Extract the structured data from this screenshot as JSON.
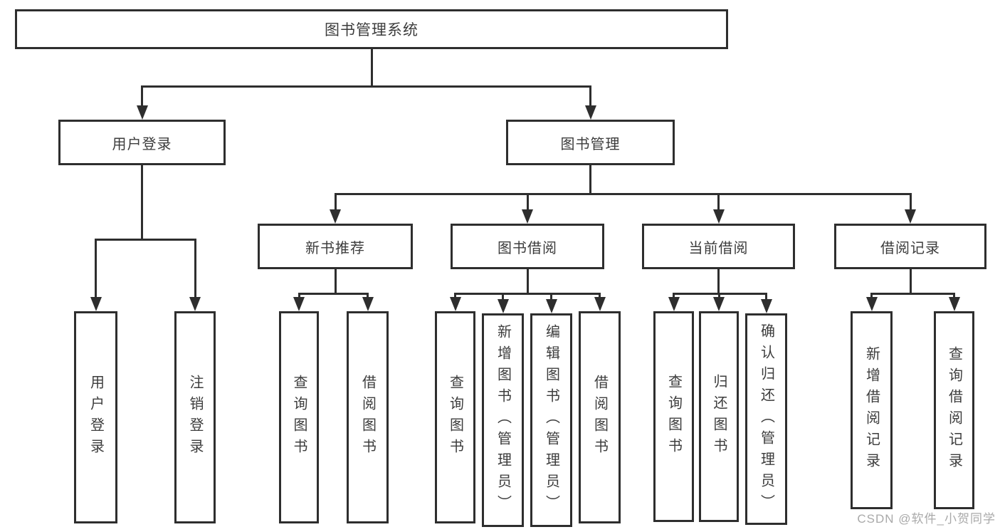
{
  "diagram": {
    "root_label": "图书管理系统",
    "branches": [
      {
        "label": "用户登录",
        "leaves": [
          "用户登录",
          "注销登录"
        ]
      },
      {
        "label": "图书管理",
        "sections": [
          {
            "label": "新书推荐",
            "leaves": [
              "查询图书",
              "借阅图书"
            ]
          },
          {
            "label": "图书借阅",
            "leaves": [
              "查询图书",
              "新增图书（管理员）",
              "编辑图书（管理员）",
              "借阅图书"
            ]
          },
          {
            "label": "当前借阅",
            "leaves": [
              "查询图书",
              "归还图书",
              "确认归还（管理员）"
            ]
          },
          {
            "label": "借阅记录",
            "leaves": [
              "新增借阅记录",
              "查询借阅记录"
            ]
          }
        ]
      }
    ]
  },
  "watermark": {
    "text": "CSDN @软件_小贺同学"
  },
  "colors": {
    "line": "#2e2e2e",
    "text": "#3c3c3c",
    "background": "#ffffff",
    "watermark": "#a9a9a9"
  }
}
